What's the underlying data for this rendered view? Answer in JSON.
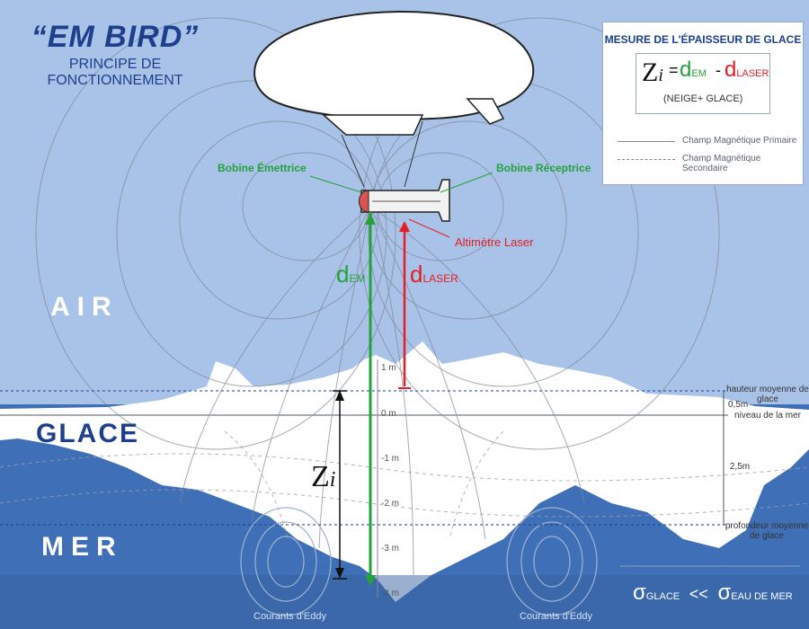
{
  "title": "“EM BIRD”",
  "subtitle": "PRINCIPE DE FONCTIONNEMENT",
  "zones": {
    "air": "AIR",
    "ice": "GLACE",
    "sea": "MER"
  },
  "labels": {
    "emitter": "Bobine Émettrice",
    "receiver": "Bobine Réceptrice",
    "laser": "Altimètre Laser",
    "d": "d",
    "em_sub": "EM",
    "laser_sub": "LASER",
    "z": "Z",
    "i": "i",
    "eddy": "Courants d'Eddy"
  },
  "ticks": [
    "1 m",
    "0 m",
    "-1 m",
    "-2 m",
    "-3 m",
    "-4 m"
  ],
  "right": {
    "mean_height": "hauteur moyenne de glace",
    "h05": "0,5m",
    "sea_level": "niveau de la mer",
    "h25": "2,5m",
    "mean_depth": "profondeur moyenne de glace"
  },
  "sigma": {
    "symbol": "σ",
    "ice": "GLACE",
    "op": "<<",
    "water": "EAU DE MER"
  },
  "legend": {
    "title": "MESURE DE L'ÉPAISSEUR DE GLACE",
    "equals": "=",
    "minus": "-",
    "note": "(NEIGE+ GLACE)",
    "primary": "Champ Magnétique Primaire",
    "secondary": "Champ Magnétique Secondaire"
  },
  "colors": {
    "air": "#a9c3e8",
    "sea": "#3f6fb6",
    "em": "#22a23a",
    "laser": "#e31e24",
    "title": "#1d3f8c"
  }
}
